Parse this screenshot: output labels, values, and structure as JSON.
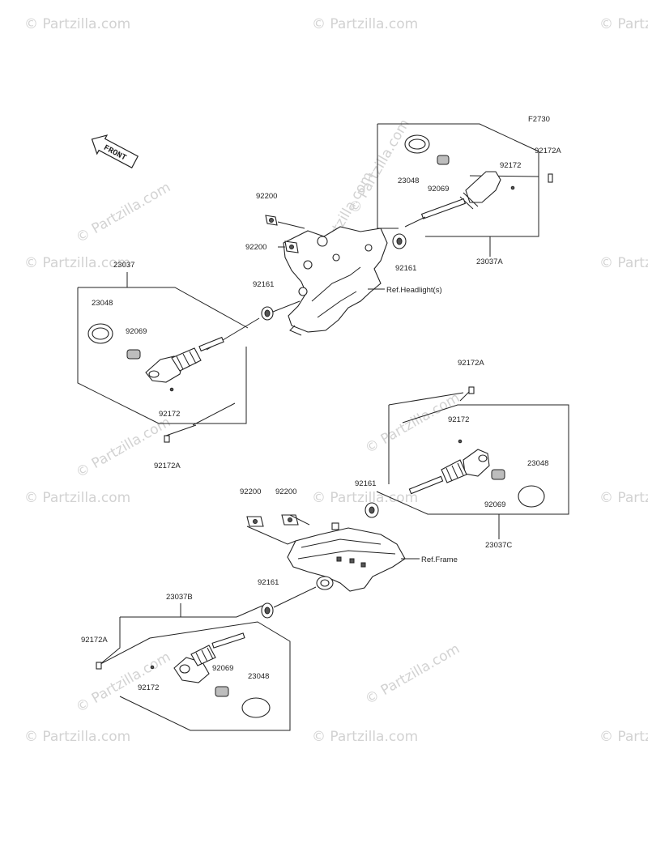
{
  "figure_code": "F2730",
  "front_arrow_label": "FRONT",
  "watermark": "© Partzilla.com",
  "parts": {
    "p23037": "23037",
    "p23037A": "23037A",
    "p23037B": "23037B",
    "p23037C": "23037C",
    "p23048": "23048",
    "p92069": "92069",
    "p92161": "92161",
    "p92172": "92172",
    "p92172A": "92172A",
    "p92200": "92200"
  },
  "refs": {
    "headlight": "Ref.Headlight(s)",
    "frame": "Ref.Frame"
  }
}
